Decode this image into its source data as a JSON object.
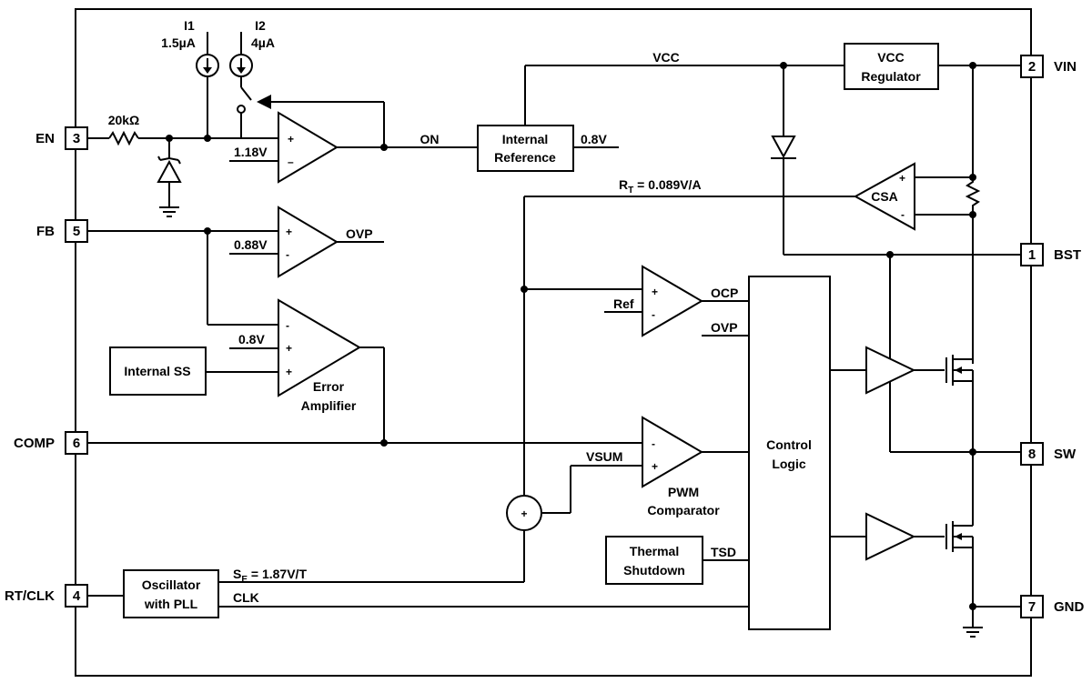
{
  "pins": {
    "en": {
      "num": "3",
      "name": "EN"
    },
    "fb": {
      "num": "5",
      "name": "FB"
    },
    "comp": {
      "num": "6",
      "name": "COMP"
    },
    "rtclk": {
      "num": "4",
      "name": "RT/CLK"
    },
    "vin": {
      "num": "2",
      "name": "VIN"
    },
    "bst": {
      "num": "1",
      "name": "BST"
    },
    "sw": {
      "num": "8",
      "name": "SW"
    },
    "gnd": {
      "num": "7",
      "name": "GND"
    }
  },
  "sources": {
    "i1": {
      "name": "I1",
      "value": "1.5µA"
    },
    "i2": {
      "name": "I2",
      "value": "4µA"
    }
  },
  "resistor_en": "20kΩ",
  "labels": {
    "en_ref": "1.18V",
    "on": "ON",
    "vcc": "VCC",
    "ref_08": "0.8V",
    "rt": "R",
    "rt_sub": "T",
    "rt_val": " = 0.089V/A",
    "ovp_ref": "0.88V",
    "ovp": "OVP",
    "ea_ref": "0.8V",
    "ocp": "OCP",
    "ovp_in": "OVP",
    "ref": "Ref",
    "vsum": "VSUM",
    "tsd": "TSD",
    "se": "S",
    "se_sub": "E",
    "se_val": " = 1.87V/T",
    "clk": "CLK"
  },
  "blocks": {
    "internal_ref": [
      "Internal",
      "Reference"
    ],
    "vcc_reg": [
      "VCC",
      "Regulator"
    ],
    "internal_ss": "Internal SS",
    "error_amp": [
      "Error",
      "Amplifier"
    ],
    "pwm_comp": [
      "PWM",
      "Comparator"
    ],
    "control_logic": [
      "Control",
      "Logic"
    ],
    "thermal": [
      "Thermal",
      "Shutdown"
    ],
    "oscillator": [
      "Oscillator",
      "with PLL"
    ],
    "csa": "CSA"
  },
  "signs": {
    "plus": "+",
    "minus": "–",
    "minus_short": "-"
  }
}
